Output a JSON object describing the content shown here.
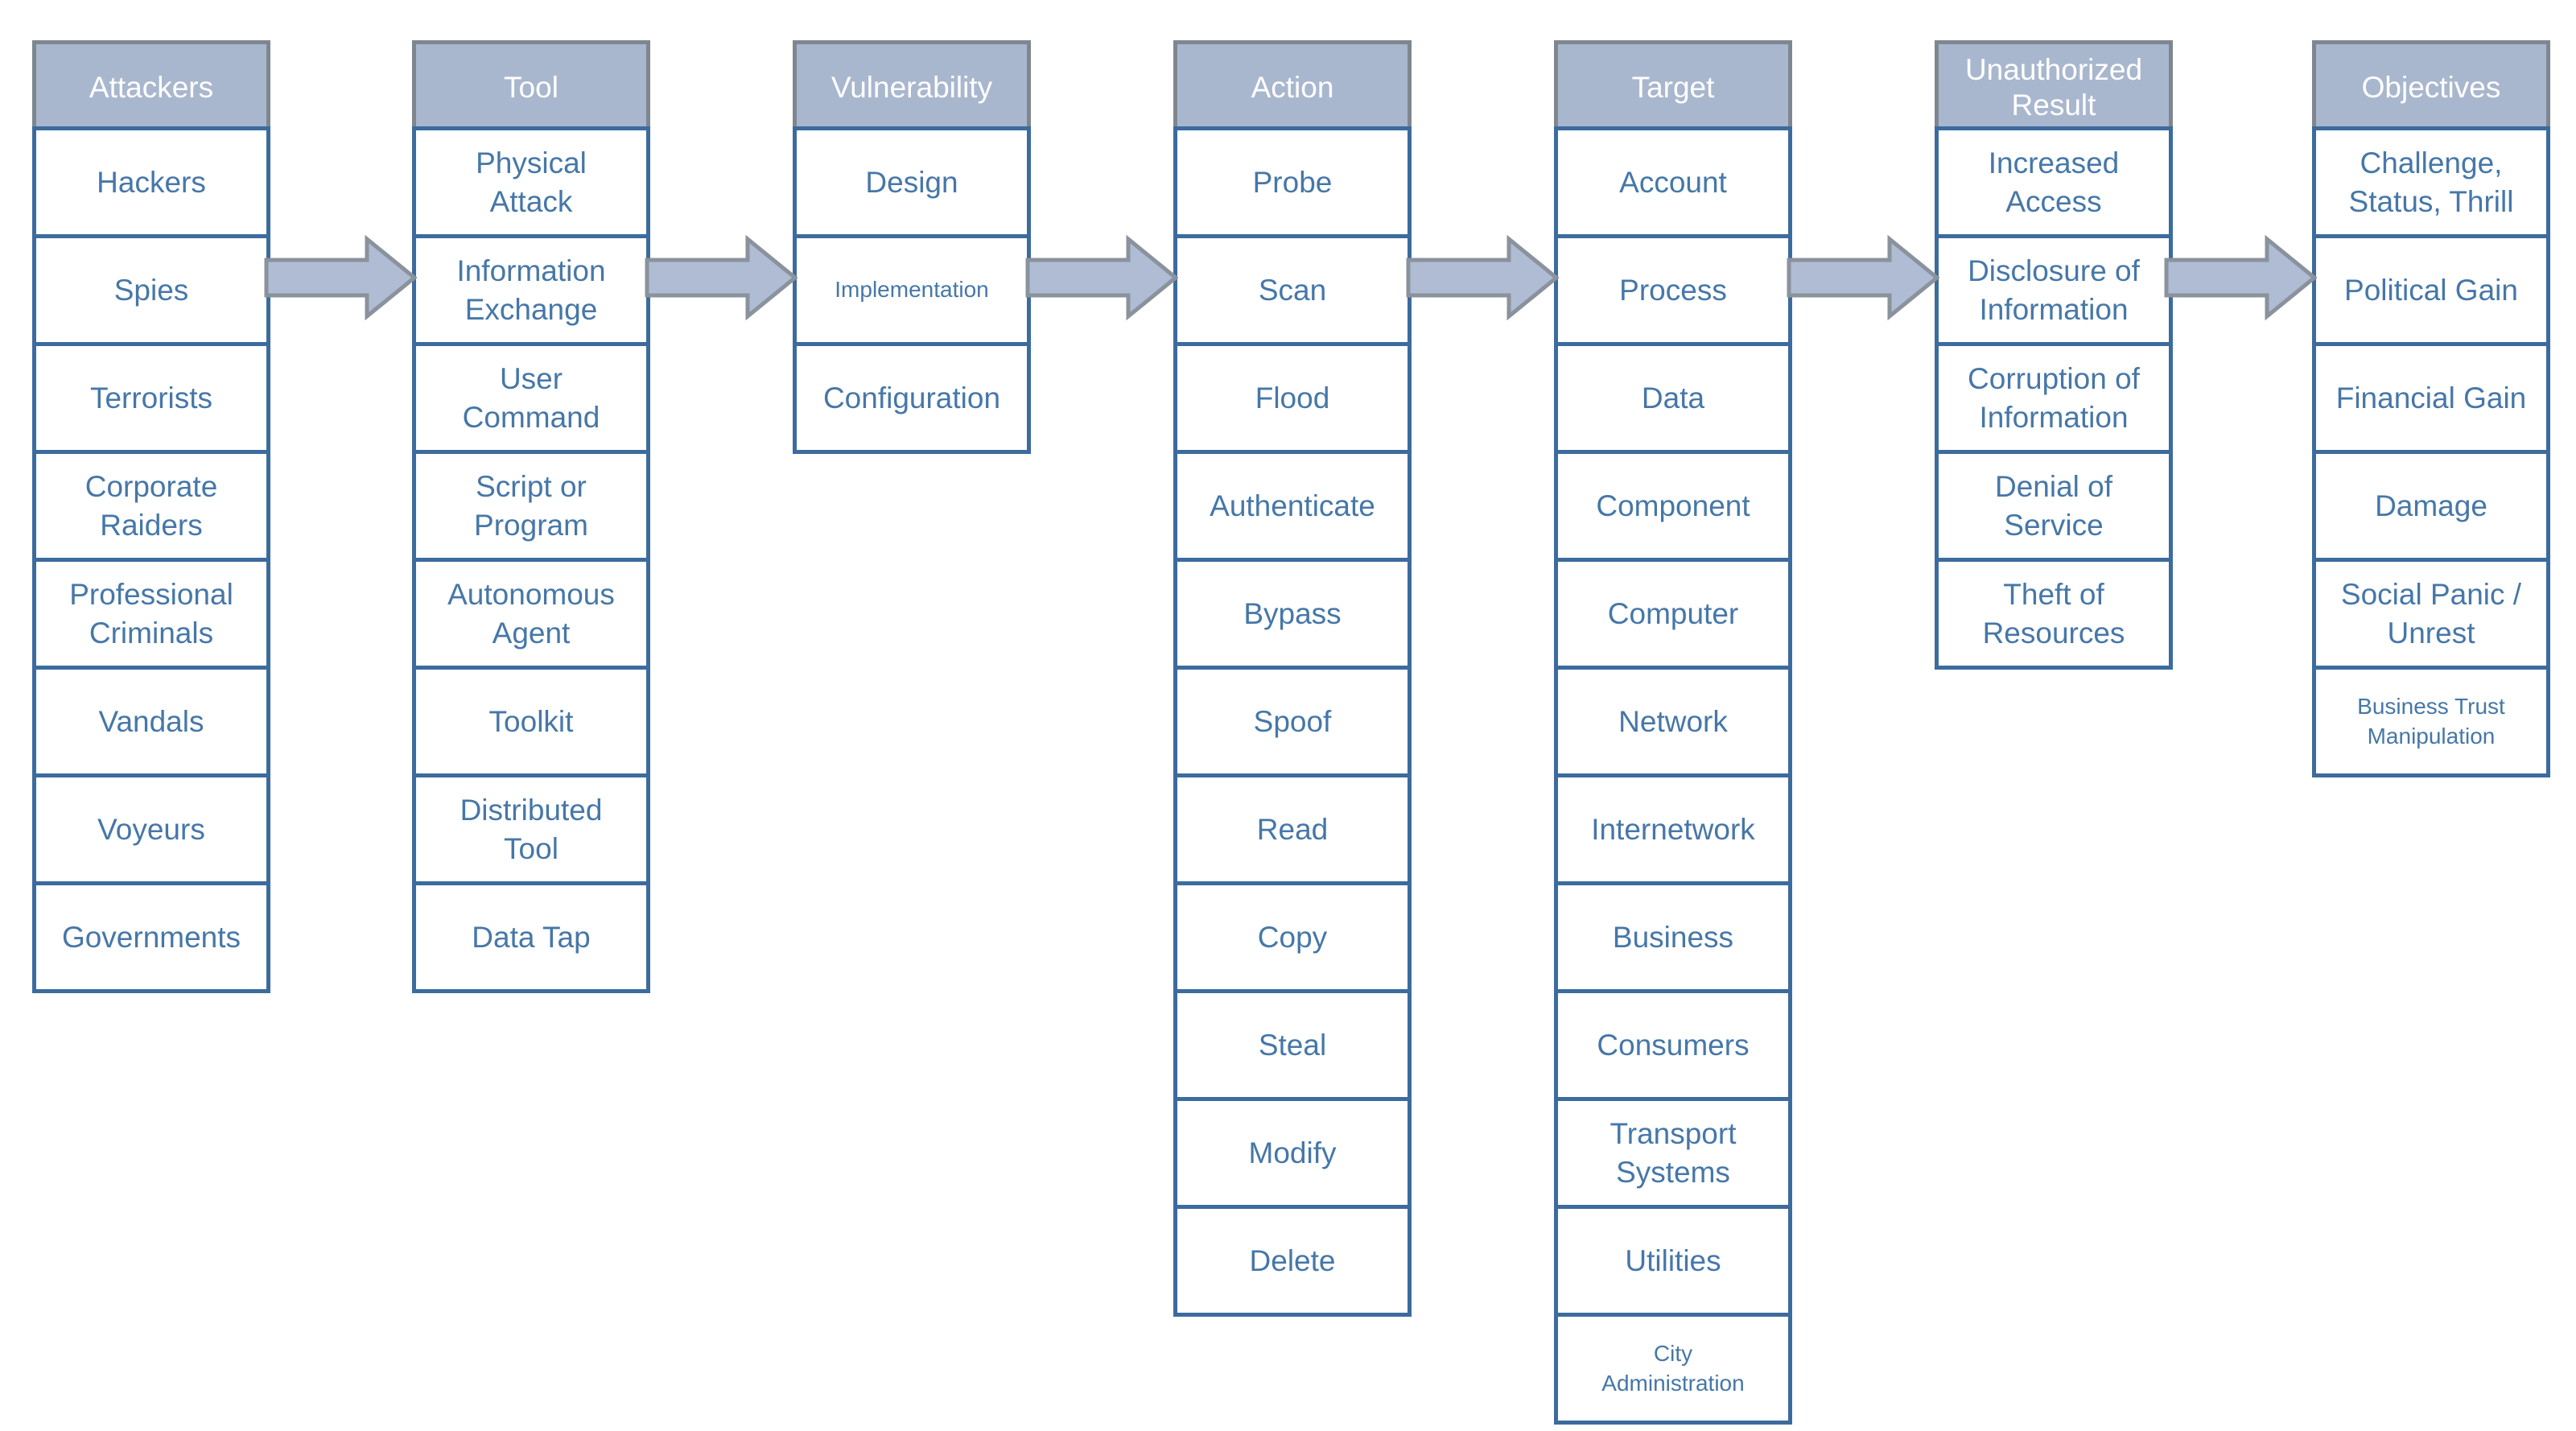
{
  "diagram": {
    "columns": [
      {
        "header": "Attackers",
        "items": [
          {
            "label": "Hackers"
          },
          {
            "label": "Spies"
          },
          {
            "label": "Terrorists"
          },
          {
            "label": "Corporate\nRaiders"
          },
          {
            "label": "Professional\nCriminals"
          },
          {
            "label": "Vandals"
          },
          {
            "label": "Voyeurs"
          },
          {
            "label": "Governments"
          }
        ]
      },
      {
        "header": "Tool",
        "items": [
          {
            "label": "Physical\nAttack"
          },
          {
            "label": "Information\nExchange"
          },
          {
            "label": "User\nCommand"
          },
          {
            "label": "Script or\nProgram"
          },
          {
            "label": "Autonomous\nAgent"
          },
          {
            "label": "Toolkit"
          },
          {
            "label": "Distributed\nTool"
          },
          {
            "label": "Data Tap"
          }
        ]
      },
      {
        "header": "Vulnerability",
        "items": [
          {
            "label": "Design"
          },
          {
            "label": "Implementation",
            "fit": "small"
          },
          {
            "label": "Configuration"
          }
        ]
      },
      {
        "header": "Action",
        "items": [
          {
            "label": "Probe"
          },
          {
            "label": "Scan"
          },
          {
            "label": "Flood"
          },
          {
            "label": "Authenticate"
          },
          {
            "label": "Bypass"
          },
          {
            "label": "Spoof"
          },
          {
            "label": "Read"
          },
          {
            "label": "Copy"
          },
          {
            "label": "Steal"
          },
          {
            "label": "Modify"
          },
          {
            "label": "Delete"
          }
        ]
      },
      {
        "header": "Target",
        "items": [
          {
            "label": "Account"
          },
          {
            "label": "Process"
          },
          {
            "label": "Data"
          },
          {
            "label": "Component"
          },
          {
            "label": "Computer"
          },
          {
            "label": "Network"
          },
          {
            "label": "Internetwork"
          },
          {
            "label": "Business"
          },
          {
            "label": "Consumers"
          },
          {
            "label": "Transport\nSystems"
          },
          {
            "label": "Utilities"
          },
          {
            "label": "City\nAdministration",
            "fit": "small"
          }
        ]
      },
      {
        "header": "Unauthorized\nResult",
        "items": [
          {
            "label": "Increased\nAccess"
          },
          {
            "label": "Disclosure of\nInformation"
          },
          {
            "label": "Corruption of\nInformation"
          },
          {
            "label": "Denial of\nService"
          },
          {
            "label": "Theft of\nResources"
          }
        ]
      },
      {
        "header": "Objectives",
        "items": [
          {
            "label": "Challenge,\nStatus, Thrill"
          },
          {
            "label": "Political Gain"
          },
          {
            "label": "Financial Gain"
          },
          {
            "label": "Damage"
          },
          {
            "label": "Social Panic /\nUnrest"
          },
          {
            "label": "Business Trust\nManipulation",
            "fit": "small"
          }
        ]
      }
    ],
    "colors": {
      "header_fill": "#A9B7CE",
      "header_border": "#7E8790",
      "header_text": "#FFFFFF",
      "cell_border": "#3C6B9E",
      "cell_text": "#4677A8",
      "arrow_fill": "#AFBCD3",
      "arrow_stroke": "#8A929C",
      "background": "#FFFFFF"
    }
  }
}
